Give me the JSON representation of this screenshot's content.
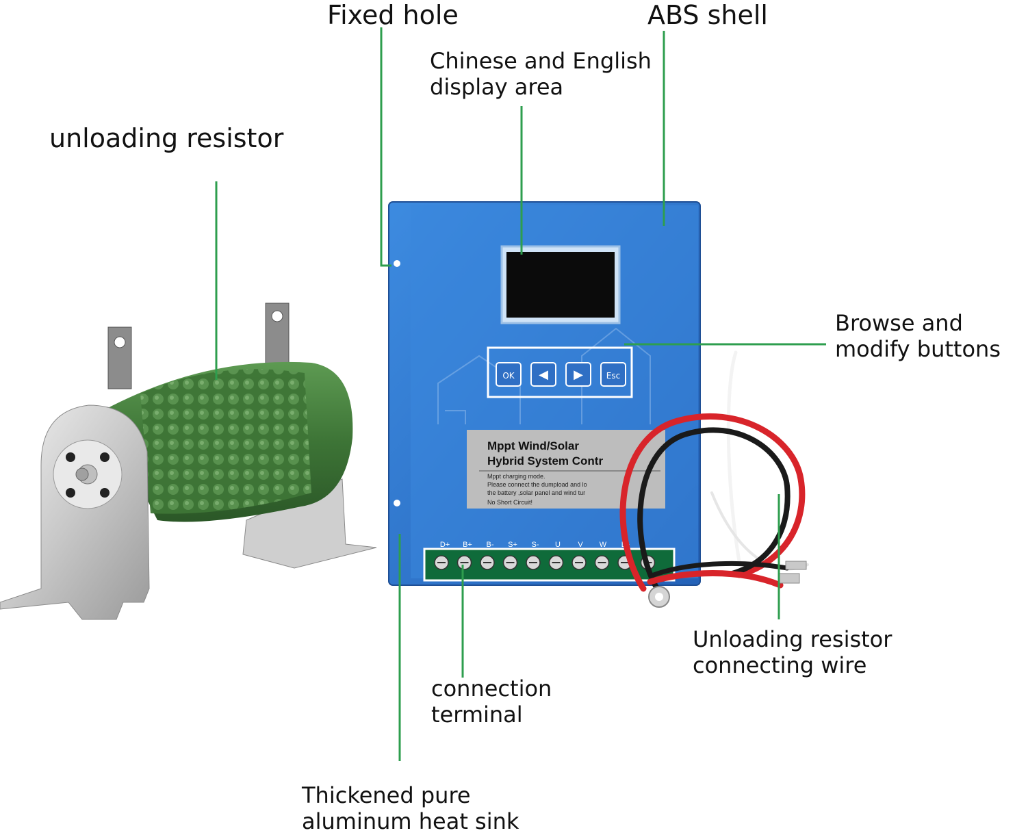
{
  "labels": {
    "fixed_hole": "Fixed hole",
    "abs_shell": "ABS shell",
    "display_area": [
      "Chinese and English",
      "display area"
    ],
    "unloading_resistor": "unloading resistor",
    "buttons": [
      "Browse and",
      "modify buttons"
    ],
    "wire": [
      "Unloading resistor",
      "connecting wire"
    ],
    "terminal": [
      "connection",
      "terminal"
    ],
    "heat_sink": [
      "Thickened pure",
      "aluminum heat sink"
    ]
  },
  "controller": {
    "panel_title": [
      "Mppt Wind/Solar",
      "Hybrid System Contr"
    ],
    "panel_notes": [
      "Mppt charging mode.",
      "Please connect the dumpload and lo",
      "the battery ,solar panel and wind tur",
      "No Short Circuit!"
    ],
    "buttons": [
      "OK",
      "◀",
      "▶",
      "Esc"
    ],
    "terminals": [
      "D+",
      "B+",
      "B-",
      "S+",
      "S-",
      "U",
      "V",
      "W",
      "L+"
    ]
  },
  "colors": {
    "leader_line": "#2e9e4e",
    "shell_blue": "#2f78d0",
    "resistor_green": "#3f7a3a",
    "wire_red": "#d8242a",
    "wire_black": "#1a1a1a"
  }
}
